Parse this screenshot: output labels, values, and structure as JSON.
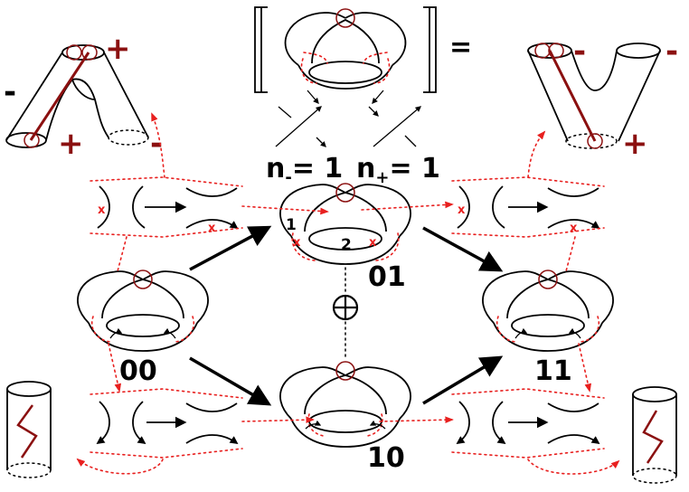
{
  "colors": {
    "ink": "#000000",
    "red": "#e8201f",
    "maroon": "#8b1010"
  },
  "bracket_equals": "=",
  "states": {
    "s00": "00",
    "s01": "01",
    "s10": "10",
    "s11": "11"
  },
  "n_minus": {
    "base": "n",
    "sub": "-",
    "rest": "= 1"
  },
  "n_plus": {
    "base": "n",
    "sub": "+",
    "rest": "= 1"
  },
  "circle_labels": {
    "c1": "1",
    "c2": "2"
  },
  "direct_sum": "⊕",
  "x_mark": "x",
  "signs": {
    "left_saddle_left": "-",
    "left_saddle_top": "+",
    "left_saddle_bottom": "+",
    "left_saddle_right": "-",
    "right_saddle_top_left": "-",
    "right_saddle_top_right": "-",
    "right_saddle_bottom": "+"
  }
}
